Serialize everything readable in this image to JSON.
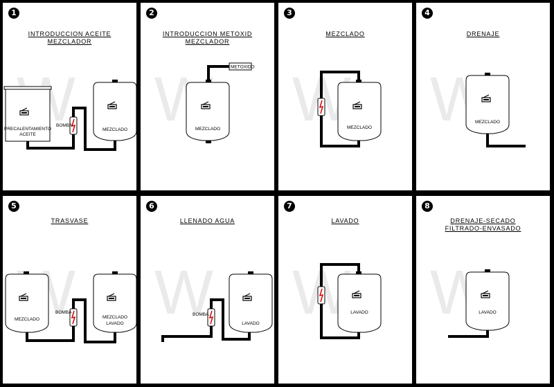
{
  "panels": [
    {
      "number": "1",
      "title": [
        "INTRODUCCION ACEITE",
        "MEZCLADOR"
      ],
      "labels": {
        "tank_a": [
          "PRECALENTAMIENTO",
          "ACEITE"
        ],
        "tank_b": [
          "MEZCLADO"
        ],
        "pump": "BOMBA"
      }
    },
    {
      "number": "2",
      "title": [
        "INTRODUCCION METOXID",
        "MEZCLADOR"
      ],
      "labels": {
        "tank_a": [
          "MEZCLADO"
        ],
        "box": "METOXIDO"
      }
    },
    {
      "number": "3",
      "title": [
        "MEZCLADO"
      ],
      "labels": {
        "tank_a": [
          "MEZCLADO"
        ]
      }
    },
    {
      "number": "4",
      "title": [
        "DRENAJE"
      ],
      "labels": {
        "tank_a": [
          "MEZCLADO"
        ]
      }
    },
    {
      "number": "5",
      "title": [
        "TRASVASE"
      ],
      "labels": {
        "tank_a": [
          "MEZCLADO"
        ],
        "tank_b": [
          "MEZCLADO",
          "LAVADO"
        ],
        "pump": "BOMBA"
      }
    },
    {
      "number": "6",
      "title": [
        "LLENADO AGUA"
      ],
      "labels": {
        "tank_a": [
          "LAVADO"
        ],
        "pump": "BOMBA"
      }
    },
    {
      "number": "7",
      "title": [
        "LAVADO"
      ],
      "labels": {
        "tank_a": [
          "LAVADO"
        ]
      }
    },
    {
      "number": "8",
      "title": [
        "DRENAJE-SECADO",
        "FILTRADO-ENVASADO"
      ],
      "labels": {
        "tank_a": [
          "LAVADO"
        ]
      }
    }
  ],
  "colors": {
    "background": "#000000",
    "panel": "#ffffff",
    "line": "#000000",
    "pump_bolt": "#d40000",
    "watermark": "#eaeaea"
  },
  "icons": [
    "tank-icon",
    "pump-bolt-icon",
    "motor-icon"
  ]
}
